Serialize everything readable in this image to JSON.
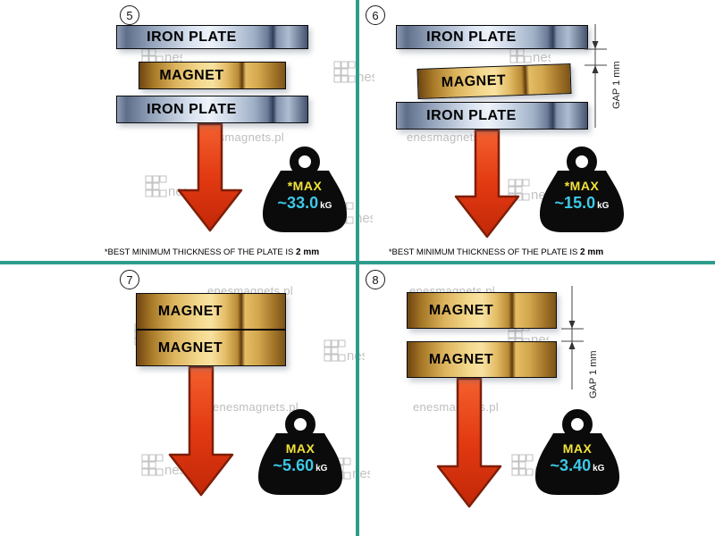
{
  "page": {
    "divider_color": "#2E9C8C"
  },
  "watermark": {
    "site": "enesmagnets.pl",
    "brand_suffix": "nes"
  },
  "panels": {
    "p5": {
      "number": "5",
      "plate_top": "IRON PLATE",
      "magnet": "MAGNET",
      "plate_bottom": "IRON PLATE",
      "weight": {
        "max": "*MAX",
        "value": "~33.0",
        "unit": "kG"
      },
      "footnote_text": "*BEST MINIMUM THICKNESS OF THE PLATE IS ",
      "footnote_bold": "2 mm"
    },
    "p6": {
      "number": "6",
      "plate_top": "IRON PLATE",
      "magnet": "MAGNET",
      "plate_bottom": "IRON PLATE",
      "gap_label": "GAP 1 mm",
      "weight": {
        "max": "*MAX",
        "value": "~15.0",
        "unit": "kG"
      },
      "footnote_text": "*BEST MINIMUM THICKNESS OF THE PLATE IS ",
      "footnote_bold": "2 mm"
    },
    "p7": {
      "number": "7",
      "magnet_top": "MAGNET",
      "magnet_bottom": "MAGNET",
      "weight": {
        "max": "MAX",
        "value": "~5.60",
        "unit": "kG"
      }
    },
    "p8": {
      "number": "8",
      "magnet_top": "MAGNET",
      "magnet_bottom": "MAGNET",
      "gap_label": "GAP 1 mm",
      "weight": {
        "max": "MAX",
        "value": "~3.40",
        "unit": "kG"
      }
    }
  }
}
